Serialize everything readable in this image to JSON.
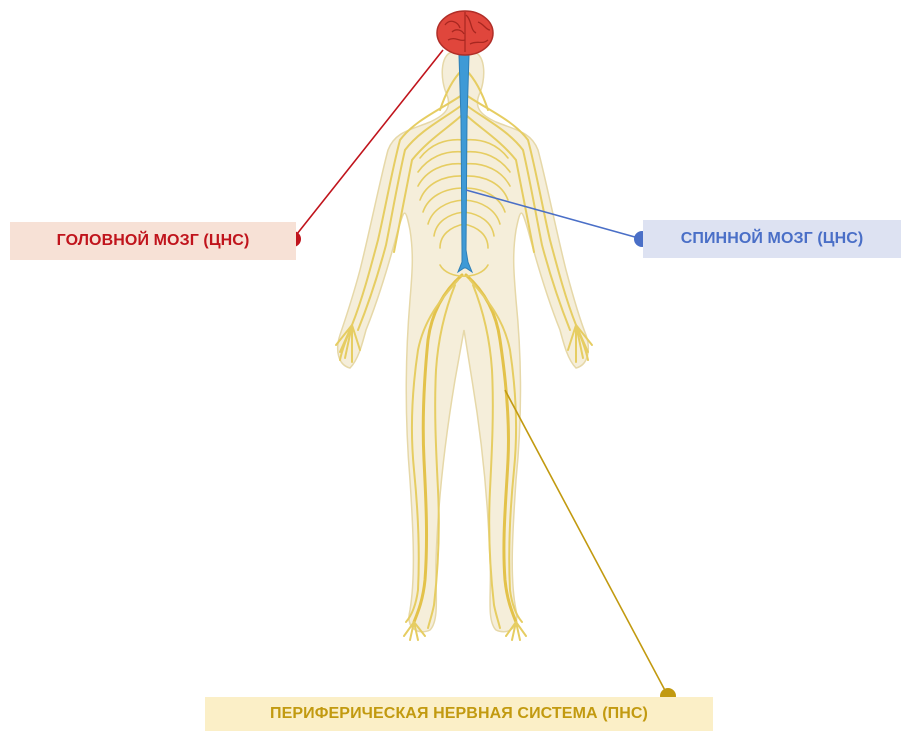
{
  "labels": {
    "brain": "ГОЛОВНОЙ МОЗГ (ЦНС)",
    "spinal_cord": "СПИННОЙ МОЗГ (ЦНС)",
    "pns": "ПЕРИФЕРИЧЕСКАЯ НЕРВНАЯ СИСТЕМА (ПНС)"
  },
  "colors": {
    "brain": "#c0141c",
    "brain_bg": "#f7e1d6",
    "spinal": "#4a6fc7",
    "spinal_bg": "#dde2f2",
    "pns": "#c29a10",
    "pns_bg": "#fbefc7",
    "nerve": "#e8cf6a",
    "body": "#f3ead2",
    "cord": "#3e9ad6",
    "brain_fill": "#e0463c"
  }
}
